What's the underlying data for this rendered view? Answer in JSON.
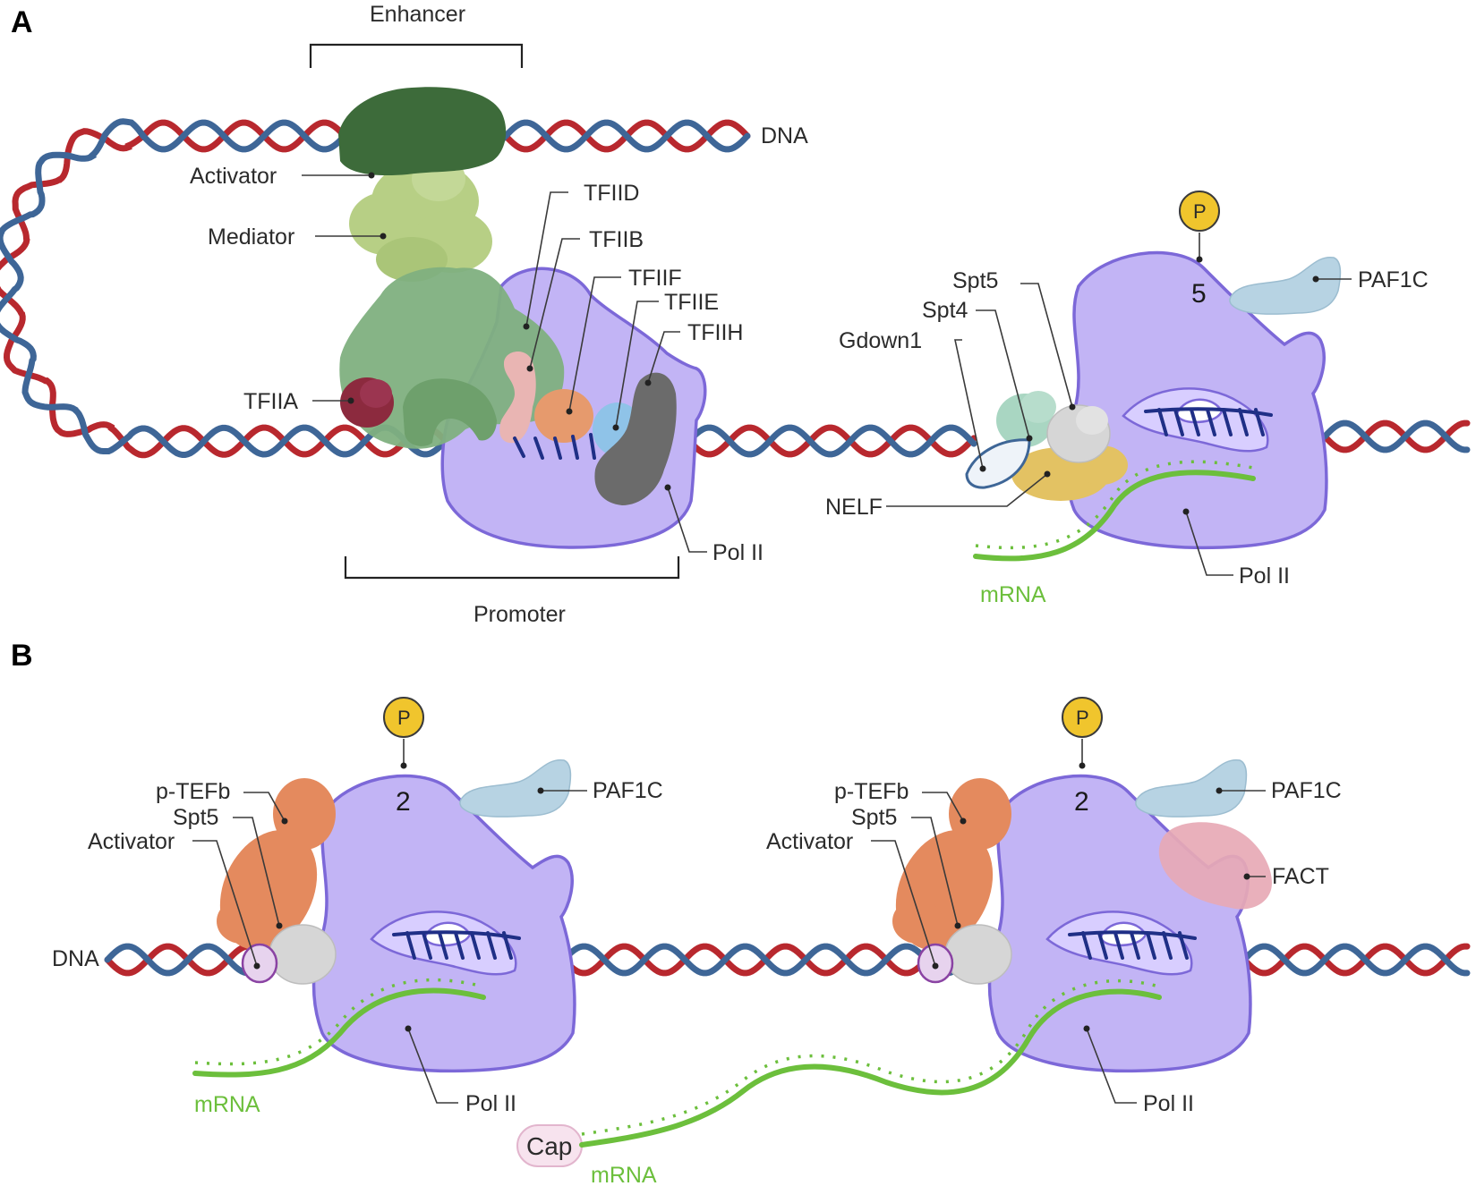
{
  "panels": {
    "a": "A",
    "b": "B"
  },
  "panel_a": {
    "enhancer": "Enhancer",
    "promoter": "Promoter",
    "dna": "DNA",
    "activator": "Activator",
    "mediator": "Mediator",
    "tfiia": "TFIIA",
    "tfiid": "TFIID",
    "tfiib": "TFIIB",
    "tfiif": "TFIIF",
    "tfiie": "TFIIE",
    "tfiih": "TFIIH",
    "pol2_left": "Pol II",
    "p_badge": "P",
    "ser5": "5",
    "paf1c": "PAF1C",
    "spt5": "Spt5",
    "spt4": "Spt4",
    "gdown1": "Gdown1",
    "nelf": "NELF",
    "mrna": "mRNA",
    "pol2_right": "Pol II"
  },
  "panel_b": {
    "dna": "DNA",
    "left": {
      "p_badge": "P",
      "ser2": "2",
      "ptefb": "p-TEFb",
      "spt5": "Spt5",
      "activator": "Activator",
      "paf1c": "PAF1C",
      "mrna": "mRNA",
      "pol2": "Pol II"
    },
    "right": {
      "p_badge": "P",
      "ser2": "2",
      "ptefb": "p-TEFb",
      "spt5": "Spt5",
      "activator": "Activator",
      "paf1c": "PAF1C",
      "fact": "FACT",
      "pol2": "Pol II"
    },
    "cap": "Cap",
    "mrna_long": "mRNA"
  },
  "colors": {
    "dna_red": "#b8282e",
    "dna_blue": "#3e6697",
    "pol2": "#c2b4f5",
    "activator": "#3d6b3a",
    "mediator": "#b7cf85",
    "tfiid": "#7fb07f",
    "tfiia": "#8c2a3e",
    "tfiib": "#e9b5b3",
    "tfiif": "#e69a6d",
    "tfiie": "#8fc3e8",
    "tfiih": "#6b6b6b",
    "nelf": "#e3c263",
    "spt4": "#a9d6c2",
    "spt5": "#d6d6d6",
    "paf1c": "#b7d3e3",
    "ptefb": "#e48a5e",
    "fact": "#e7a9b5",
    "phospho": "#f0c52d",
    "mrna": "#6cbf3c"
  }
}
